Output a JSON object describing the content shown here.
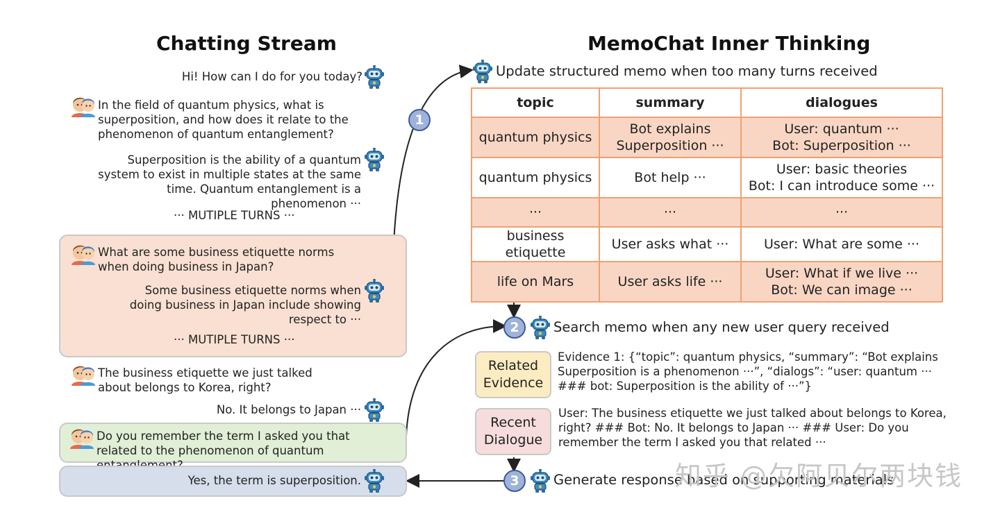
{
  "left": {
    "title": "Chatting Stream",
    "greeting": "Hi! How can I do for you today?",
    "q1": "In the field of quantum physics, what is superposition, and how does it relate to the phenomenon of quantum entanglement?",
    "a1": "Superposition is the ability of a quantum system to exist in multiple states at the same time. Quantum entanglement is a phenomenon ···",
    "multi1": "··· MUTIPLE TURNS ···",
    "q2": "What are some business etiquette norms when doing business in Japan?",
    "a2": "Some business etiquette norms when doing business in Japan include showing respect to ···",
    "multi2": "··· MUTIPLE TURNS ···",
    "q3": "The business etiquette we just talked about belongs to Korea, right?",
    "a3": "No. It belongs to Japan ···",
    "q4": "Do you remember the term I asked you that related to the phenomenon of quantum entanglement?",
    "a4": "Yes, the term is superposition."
  },
  "right": {
    "title": "MemoChat Inner Thinking",
    "step1_num": "1",
    "step1": "Update structured memo when too many turns received",
    "memo": {
      "headers": [
        "topic",
        "summary",
        "dialogues"
      ],
      "rows": [
        {
          "topic": "quantum physics",
          "summary": [
            "Bot explains",
            "Superposition ···"
          ],
          "dialogues": [
            "User: quantum ···",
            "Bot: Superposition ···"
          ]
        },
        {
          "topic": "quantum physics",
          "summary": [
            "Bot help ···"
          ],
          "dialogues": [
            "User: basic theories",
            "Bot: I can introduce some ···"
          ]
        },
        {
          "topic": "···",
          "summary": [
            "···"
          ],
          "dialogues": [
            "···"
          ]
        },
        {
          "topic": "business etiquette",
          "summary": [
            "User asks what ···"
          ],
          "dialogues": [
            "User: What are some ···"
          ]
        },
        {
          "topic": "life on Mars",
          "summary": [
            "User asks life ···"
          ],
          "dialogues": [
            "User: What if we live ···",
            "Bot: We can image ···"
          ]
        }
      ]
    },
    "step2_num": "2",
    "step2": "Search memo when any new user query received",
    "related_label": "Related Evidence",
    "evidence": "Evidence 1: {“topic”: quantum physics, “summary”: “Bot explains Superposition is a phenomenon ···”, “dialogs”: “user: quantum ··· ### bot: Superposition is the ability of ···”}",
    "recent_label": "Recent Dialogue",
    "recent": "User: The business etiquette we just talked about belongs to Korea, right? ### Bot: No. It belongs to Japan ··· ### User: Do you remember the term I asked you that related ···",
    "step3_num": "3",
    "step3": "Generate response based on supporting materials"
  },
  "watermark": "知乎 @欠阿贝尔两块钱",
  "colors": {
    "memo_orange": "#f9d6c4",
    "memo_border": "#f0a070",
    "panel_orange": "#f9e0d2",
    "panel_green": "#e0efd6",
    "panel_blue": "#d6ddeb",
    "tag_yellow": "#fbecc2",
    "tag_pink": "#f6dcdc",
    "step_circle": "#9fb3d9"
  },
  "icons": [
    "robot-icon",
    "user-avatar-icon"
  ]
}
